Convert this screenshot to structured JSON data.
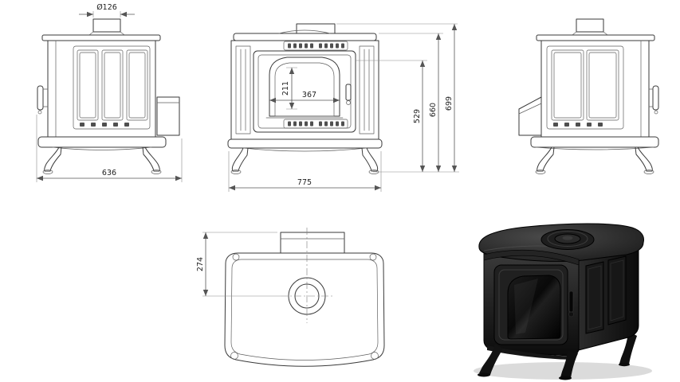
{
  "drawing": {
    "side_view": {
      "flue_diameter": "Ø126",
      "depth": "636"
    },
    "front_view": {
      "glass_height": "211",
      "glass_width": "367",
      "door_top_height": "529",
      "body_height": "660",
      "total_height": "699",
      "width": "775"
    },
    "top_view": {
      "flue_rear_offset": "274"
    }
  },
  "colors": {
    "line": "#3a3a3a",
    "dimension_text": "#1e1e1e",
    "stove_body": "#1a1a1a",
    "background": "#ffffff"
  }
}
